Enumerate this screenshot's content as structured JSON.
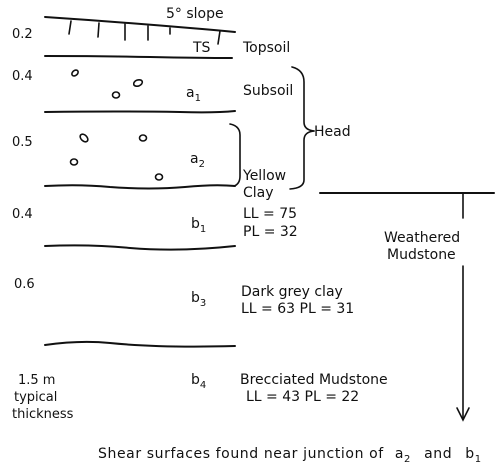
{
  "slope_label": "5° slope",
  "thicknesses": [
    "0.2",
    "0.4",
    "0.5",
    "0.4",
    "0.6",
    "1.5 m",
    "typical",
    "thickness"
  ],
  "layers": {
    "topsoil_code": "TS",
    "topsoil_label": "Topsoil",
    "subsoil_code_letter": "a",
    "subsoil_code_sub": "1",
    "subsoil_label": "Subsoil",
    "yellow_code_letter": "a",
    "yellow_code_sub": "2",
    "yellow_label_1": "Yellow",
    "yellow_label_2": "Clay",
    "b1_code_letter": "b",
    "b1_code_sub": "1",
    "b1_ll": "LL = 75",
    "b1_pl": "PL = 32",
    "b3_code_letter": "b",
    "b3_code_sub": "3",
    "b3_name": "Dark grey clay",
    "b3_limits": "LL = 63  PL = 31",
    "b4_code_letter": "b",
    "b4_code_sub": "4",
    "b4_name": "Brecciated Mudstone",
    "b4_limits": "LL = 43   PL = 22"
  },
  "groups": {
    "head_label": "Head",
    "weathered_line1": "Weathered",
    "weathered_line2": "Mudstone"
  },
  "caption": {
    "text": "Shear  surfaces  found  near  junction  of",
    "a_letter": "a",
    "a_sub": "2",
    "and": "and",
    "b_letter": "b",
    "b_sub": "1"
  }
}
